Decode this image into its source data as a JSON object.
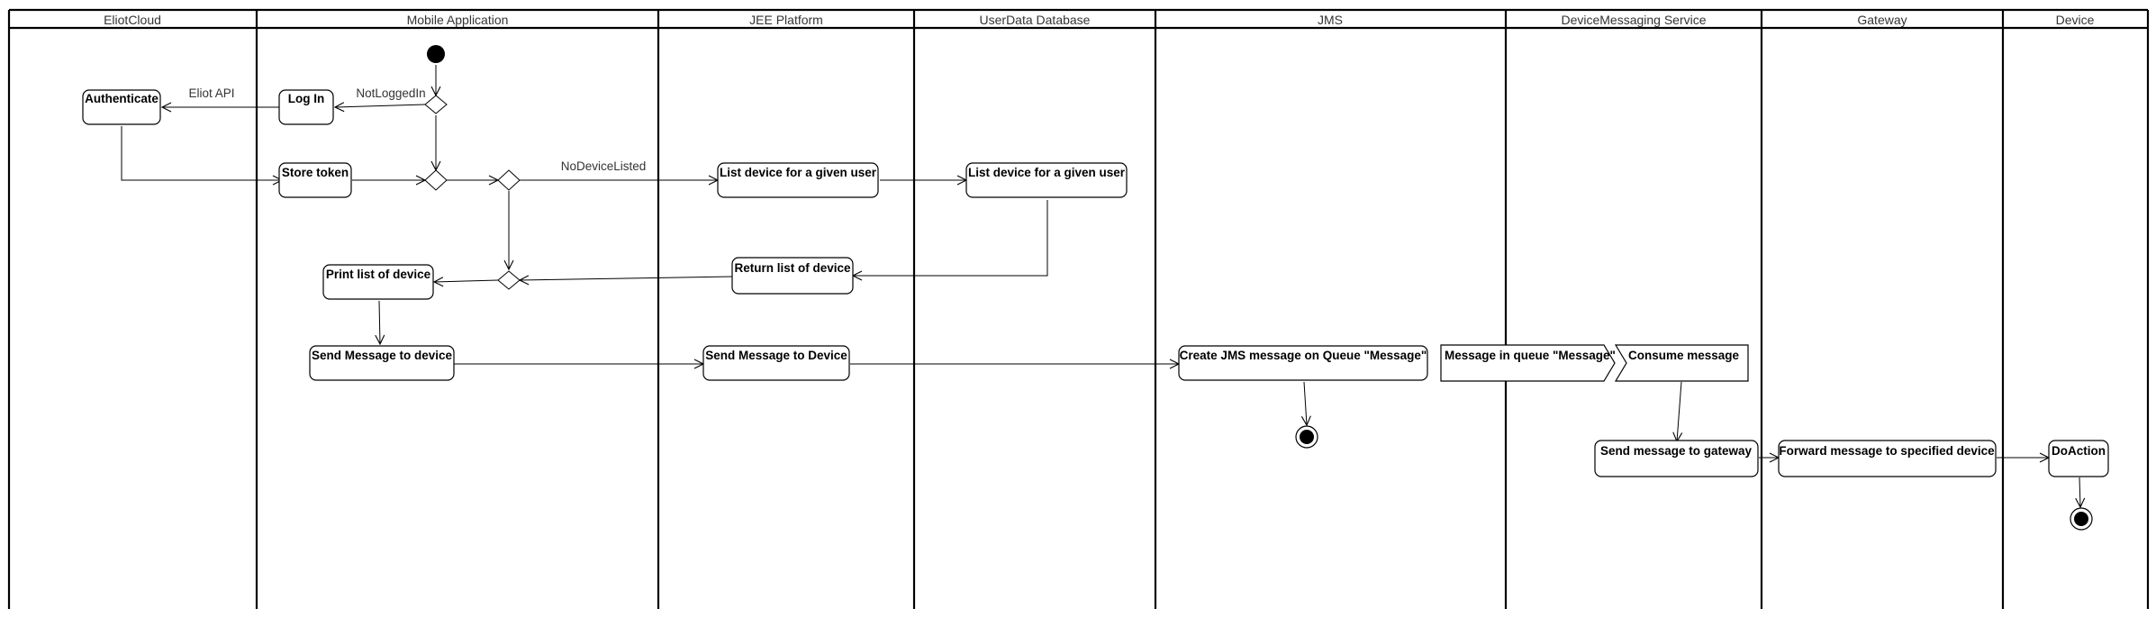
{
  "lanes": {
    "eliot_cloud": "EliotCloud",
    "mobile_application": "Mobile Application",
    "jee_platform": "JEE Platform",
    "userdata_database": "UserData Database",
    "jms": "JMS",
    "device_messaging_service": "DeviceMessaging Service",
    "gateway": "Gateway",
    "device": "Device"
  },
  "nodes": {
    "authenticate": "Authenticate",
    "log_in": "Log In",
    "store_token": "Store token",
    "list_device_jee": "List device for a given user",
    "list_device_db": "List device for a given user",
    "return_list": "Return list of device",
    "print_list": "Print list of device",
    "send_message_mobile": "Send Message to device",
    "send_message_jee": "Send Message to Device",
    "create_jms_message": "Create JMS message on Queue \"Message\"",
    "message_in_queue": "Message in queue \"Message\"",
    "consume_message": "Consume message",
    "send_to_gateway": "Send message to gateway",
    "forward_message": "Forward message to specified device",
    "do_action": "DoAction"
  },
  "edge_labels": {
    "eliot_api": "Eliot API",
    "not_logged_in": "NotLoggedIn",
    "no_device_listed": "NoDeviceListed"
  }
}
